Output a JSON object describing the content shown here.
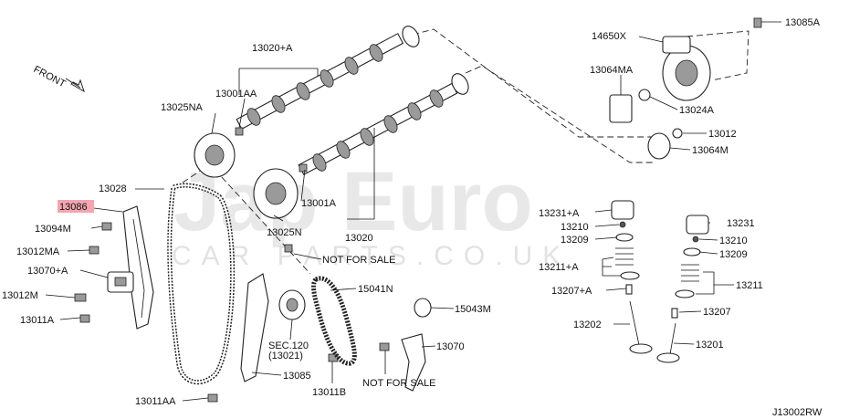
{
  "diagram": {
    "front_label": "FRONT",
    "watermark": {
      "brand": "Jap Euro",
      "domain": "CAR PARTS.CO.UK"
    },
    "drawing_code": "J13002RW",
    "highlight_color": "#f2a6b0",
    "labels": [
      "13020+A",
      "13001AA",
      "13025NA",
      "13028",
      "13086",
      "13094M",
      "13012MA",
      "13070+A",
      "13012M",
      "13011A",
      "13025N",
      "13001A",
      "13020",
      "NOT FOR SALE",
      "15041N",
      "15043M",
      "SEC.120",
      "(13021)",
      "13070",
      "13085",
      "13011AA",
      "13011B",
      "NOT FOR SALE",
      "14650X",
      "13085A",
      "13064MA",
      "13024A",
      "13012",
      "13064M",
      "13231+A",
      "13210",
      "13209",
      "13211+A",
      "13207+A",
      "13202",
      "13231",
      "13210",
      "13209",
      "13211",
      "13207",
      "13201"
    ]
  }
}
